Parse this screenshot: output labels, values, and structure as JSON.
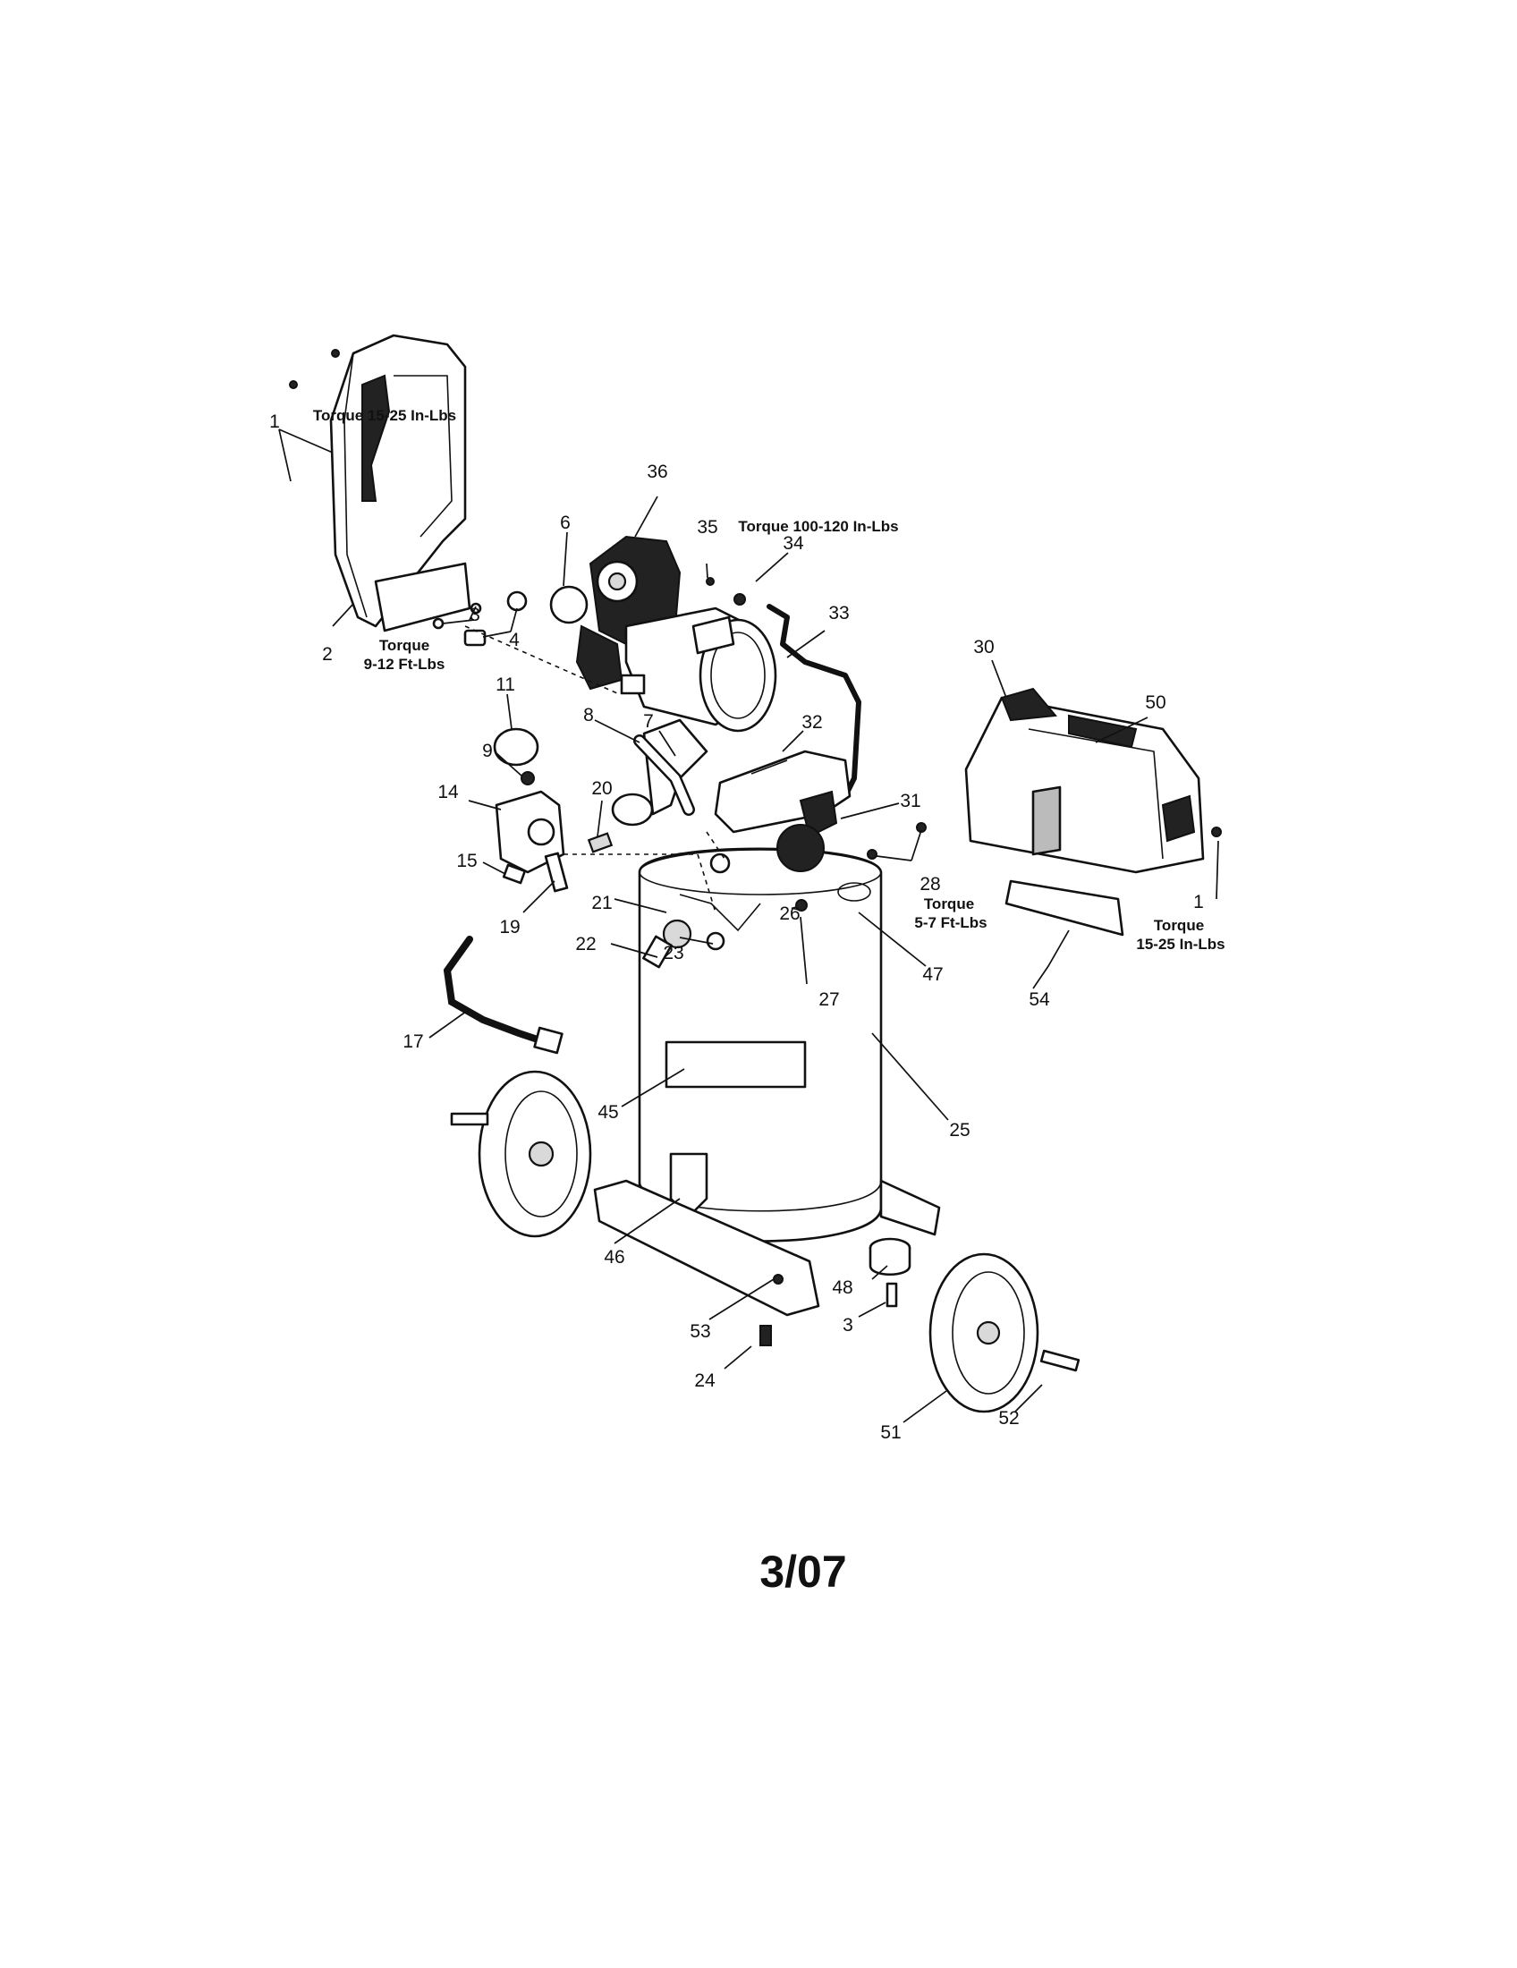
{
  "torque_notes": {
    "cover_screws": "Torque 15-25 In-Lbs",
    "head_bolts": "Torque 100-120 In-Lbs",
    "mount_title": "Torque",
    "mount_value": "9-12 Ft-Lbs",
    "fitting_title": "Torque",
    "fitting_value": "5-7 Ft-Lbs",
    "shroud_title": "Torque",
    "shroud_value": "15-25 In-Lbs"
  },
  "callouts": {
    "p1a": "1",
    "p1b": "1",
    "p2": "2",
    "p3a": "3",
    "p3b": "3",
    "p4": "4",
    "p6": "6",
    "p7": "7",
    "p8": "8",
    "p9": "9",
    "p11": "11",
    "p14": "14",
    "p15": "15",
    "p17": "17",
    "p19": "19",
    "p20": "20",
    "p21": "21",
    "p22": "22",
    "p23": "23",
    "p24": "24",
    "p25": "25",
    "p26": "26",
    "p27": "27",
    "p28": "28",
    "p30": "30",
    "p31": "31",
    "p32": "32",
    "p33": "33",
    "p34": "34",
    "p35": "35",
    "p36": "36",
    "p45": "45",
    "p46": "46",
    "p47": "47",
    "p48": "48",
    "p50": "50",
    "p51": "51",
    "p52": "52",
    "p53": "53",
    "p54": "54"
  },
  "footer": {
    "date_code": "3/07"
  }
}
